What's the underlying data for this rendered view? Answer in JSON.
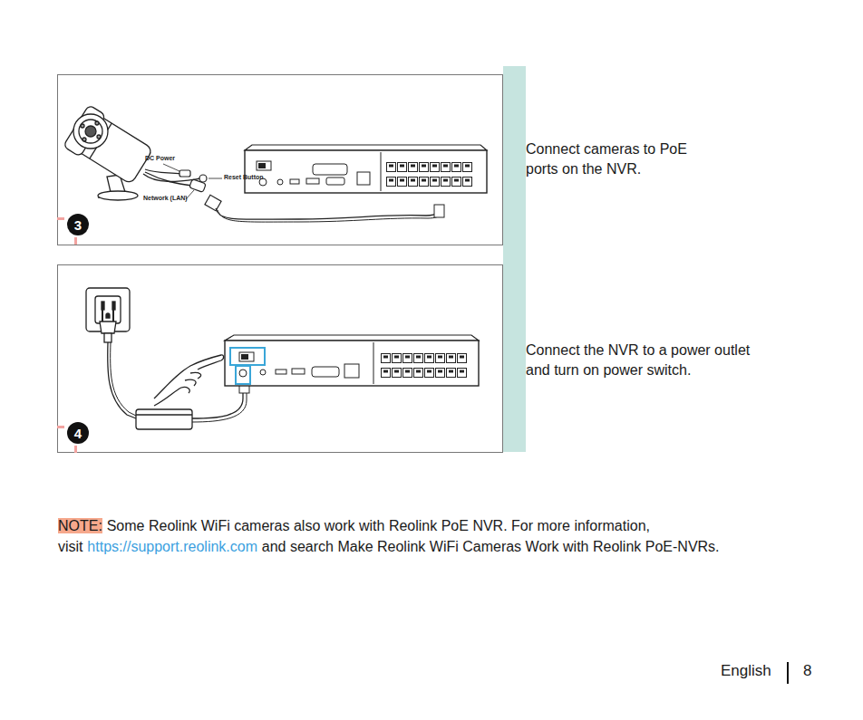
{
  "diagram": {
    "nodes": [
      {
        "text": [
          "3"
        ]
      },
      {
        "text": [
          "4"
        ]
      }
    ],
    "labels": [
      "DC Power",
      "Reset Button",
      "Network (LAN)",
      "Connect cameras to PoE ports on the NVR.",
      "Connect the NVR to a power outlet and turn on power switch.",
      "NOTE:",
      "Some Reolink WiFi cameras also work with Reolink PoE NVR. For more information, visit",
      "https://support.reolink.com",
      "and search Make Reolink WiFi Cameras Work with Reolink PoE-NVRs.",
      "English",
      "8"
    ]
  }
}
